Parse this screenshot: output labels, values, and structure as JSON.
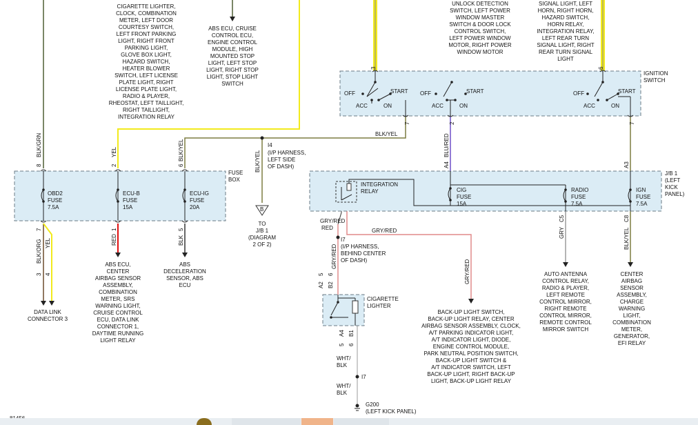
{
  "diagram_number": "81456",
  "ignition_switch": {
    "name": [
      "IGNITION",
      "SWITCH"
    ],
    "pins": [
      "3",
      "2",
      "6"
    ],
    "off": "OFF",
    "acc": "ACC",
    "on": "ON",
    "start": "START"
  },
  "fuse_box": {
    "name": [
      "FUSE",
      "BOX"
    ],
    "fuses": [
      {
        "lines": [
          "OBD2",
          "FUSE",
          "7.5A"
        ],
        "in_pin": "8",
        "out_pin": "7"
      },
      {
        "lines": [
          "ECU-B",
          "FUSE",
          "15A"
        ],
        "in_pin": "2",
        "out_pin": "1"
      },
      {
        "lines": [
          "ECU-IG",
          "FUSE",
          "20A"
        ],
        "in_pin": "6",
        "out_pin": "5"
      }
    ]
  },
  "jb1": {
    "name": [
      "J/B 1",
      "(LEFT",
      "KICK",
      "PANEL)"
    ],
    "relay": [
      "INTEGRATION",
      "RELAY"
    ],
    "fuses": [
      {
        "lines": [
          "CIG",
          "FUSE",
          "15A"
        ],
        "in_pin": "A4"
      },
      {
        "lines": [
          "RADIO",
          "FUSE",
          "7.5A"
        ],
        "out_pin": "C5"
      },
      {
        "lines": [
          "IGN",
          "FUSE",
          "7.5A"
        ],
        "in_pin": "A3",
        "out_pin": "C8"
      }
    ]
  },
  "top_texts": {
    "col1": [
      "CIGARETTE LIGHTER,",
      "CLOCK, COMBINATION",
      "METER, LEFT DOOR",
      "COURTESY SWITCH,",
      "LEFT FRONT PARKING",
      "LIGHT, RIGHT FRONT",
      "PARKING LIGHT,",
      "GLOVE BOX LIGHT,",
      "HAZARD SWITCH,",
      "HEATER BLOWER",
      "SWITCH, LEFT LICENSE",
      "PLATE LIGHT, RIGHT",
      "LICENSE PLATE LIGHT,",
      "RADIO & PLAYER,",
      "RHEOSTAT, LEFT TAILLIGHT,",
      "RIGHT TAILLIGHT,",
      "INTEGRATION RELAY"
    ],
    "col2": [
      "ABS ECU, CRUISE",
      "CONTROL ECU,",
      "ENGINE CONTROL",
      "MODULE, HIGH",
      "MOUNTED STOP",
      "LIGHT, LEFT STOP",
      "LIGHT, RIGHT STOP",
      "LIGHT, STOP LIGHT",
      "SWITCH"
    ],
    "col3": [
      "UNLOCK DETECTION",
      "SWITCH, LEFT POWER",
      "WINDOW MASTER",
      "SWITCH & DOOR LOCK",
      "CONTROL SWITCH,",
      "LEFT POWER WINDOW",
      "MOTOR, RIGHT POWER",
      "WINDOW MOTOR"
    ],
    "col4": [
      "SIGNAL LIGHT, LEFT",
      "HORN, RIGHT HORN,",
      "HAZARD SWITCH,",
      "HORN RELAY,",
      "INTEGRATION RELAY,",
      "LEFT REAR TURN",
      "SIGNAL LIGHT, RIGHT",
      "REAR TURN SIGNAL",
      "LIGHT"
    ]
  },
  "wire_labels": {
    "blk_grn": "BLK/GRN",
    "yel": "YEL",
    "blk_yel": "BLK/YEL",
    "blu_red": "BLU/RED",
    "blk_org": "BLK/ORG",
    "red": "RED",
    "blk": "BLK",
    "gry_red": "GRY/RED",
    "gry": "GRY",
    "wht_blk": [
      "WHT/",
      "BLK"
    ]
  },
  "splice_i4": {
    "id": "I4",
    "lines": [
      "(I/P HARNESS,",
      "LEFT SIDE",
      "OF DASH)"
    ]
  },
  "splice_i7": {
    "id": "I7",
    "lines": [
      "(I/P HARNESS,",
      "BEHIND CENTER",
      "OF DASH)"
    ]
  },
  "splice_i7b": {
    "id": "I7"
  },
  "offpage": {
    "letter": "B",
    "lines": [
      "TO",
      "J/B 1",
      "(DIAGRAM",
      "2 OF 2)"
    ]
  },
  "cig_lighter": {
    "lines": [
      "CIGARETTE",
      "LIGHTER"
    ],
    "pins": [
      "A2",
      "B2",
      "A4",
      "B1"
    ],
    "pin_nums": [
      "5",
      "6",
      "5",
      "6"
    ]
  },
  "ground": {
    "id": "G200",
    "desc": "(LEFT KICK PANEL)"
  },
  "dlc": {
    "lines": [
      "DATA LINK",
      "CONNECTOR 3"
    ],
    "pins": [
      "3",
      "4"
    ]
  },
  "bottom_texts": {
    "abs_ecu": [
      "ABS ECU,",
      "CENTER",
      "AIRBAG SENSOR",
      "ASSEMBLY,",
      "COMBINATION",
      "METER, SRS",
      "WARNING LIGHT,",
      "CRUISE CONTROL",
      "ECU, DATA LINK",
      "CONNECTOR 1,",
      "DAYTIME RUNNING",
      "LIGHT RELAY"
    ],
    "abs_decel": [
      "ABS",
      "DECELERATION",
      "SENSOR, ABS",
      "ECU"
    ],
    "backup": [
      "BACK-UP LIGHT SWITCH,",
      "BACK-UP LIGHT RELAY, CENTER",
      "AIRBAG SENSOR ASSEMBLY, CLOCK,",
      "A/T PARKING INDICATOR LIGHT,",
      "A/T INDICATOR LIGHT, DIODE,",
      "ENGINE CONTROL MODULE,",
      "PARK NEUTRAL POSITION SWITCH,",
      "BACK-UP LIGHT SWITCH &",
      "A/T INDICATOR SWITCH, LEFT",
      "BACK-UP LIGHT, RIGHT BACK-UP",
      "LIGHT, BACK-UP LIGHT RELAY"
    ],
    "antenna": [
      "AUTO ANTENNA",
      "CONTROL RELAY,",
      "RADIO & PLAYER,",
      "LEFT REMOTE",
      "CONTROL MIRROR,",
      "RIGHT REMOTE",
      "CONTROL MIRROR,",
      "REMOTE CONTROL",
      "MIRROR SWITCH"
    ],
    "airbag": [
      "CENTER",
      "AIRBAG",
      "SENSOR",
      "ASSEMBLY,",
      "CHARGE",
      "WARNING",
      "LIGHT,",
      "COMBINATION",
      "METER,",
      "GENERATOR,",
      "EFI RELAY"
    ]
  },
  "colors": {
    "yellow": "#f2ea1c",
    "olive": "#7c7c40",
    "blue": "#6d4fc8",
    "red": "#e01010",
    "pink": "#e08a8a",
    "gray": "#9a9a9a",
    "dark_olive": "#4e5e33",
    "brown": "#6b4a2b"
  }
}
